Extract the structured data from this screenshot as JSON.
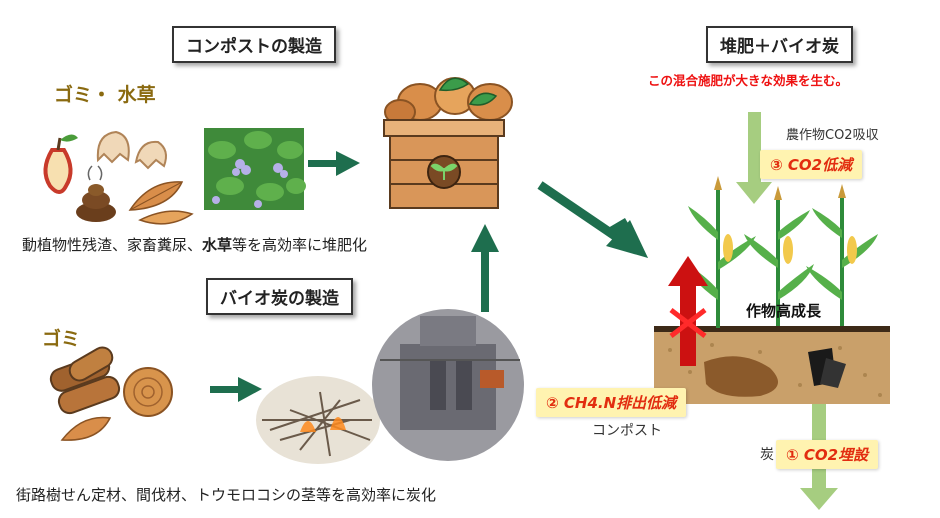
{
  "titles": {
    "compost": "コンポストの製造",
    "biochar": "バイオ炭の製造",
    "mix": "堆肥＋バイオ炭"
  },
  "mix_subtitle": "この混合施肥が大きな効果を生む。",
  "categories": {
    "garbage_weeds": "ゴミ・ 水草",
    "garbage": "ゴミ"
  },
  "captions": {
    "compost_pre": "動植物性残渣、家畜糞尿、",
    "compost_bold": "水草",
    "compost_post": "等を高効率に堆肥化",
    "biochar": "街路樹せん定材、間伐材、トウモロコシの茎等を高効率に炭化"
  },
  "effects": {
    "co2_reduce": "③ CO2低減",
    "ch4_reduce": "② CH4.N排出低減",
    "co2_bury": "① CO2埋設"
  },
  "labels": {
    "crop_co2": "農作物CO2吸収",
    "compost": "コンポスト",
    "charcoal": "炭",
    "high_growth": "作物高成長"
  },
  "icons": {
    "apple_core": "apple-core-icon",
    "egg_shell": "egg-shell-icon",
    "dung": "dung-icon",
    "leaves": "leaves-icon",
    "water_hyacinth": "water-hyacinth-photo",
    "compost_crate": "compost-crate-icon",
    "logs": "logs-icon",
    "burning_branches": "burning-branches-photo",
    "carbonizer": "carbonizer-plant-photo",
    "corn_plants": "corn-plants-icon",
    "soil": "soil-cross-section-icon"
  },
  "colors": {
    "arrow_green": "#1e6e4e",
    "light_arrow": "#a6cd80",
    "badge_fill": "#fff3b0",
    "badge_text": "#e22d10",
    "red_arrow": "#cc1111"
  }
}
